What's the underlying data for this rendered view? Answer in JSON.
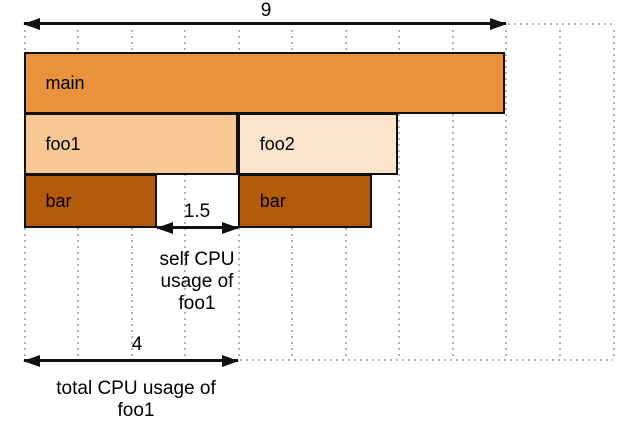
{
  "diagram": {
    "top_arrow": {
      "label": "9"
    },
    "frames": [
      {
        "label": "main",
        "row": 0,
        "start": 0,
        "units": 9,
        "color": "main"
      },
      {
        "label": "foo1",
        "row": 1,
        "start": 0,
        "units": 4,
        "color": "foo1"
      },
      {
        "label": "foo2",
        "row": 1,
        "start": 4,
        "units": 3,
        "color": "foo2"
      },
      {
        "label": "bar",
        "row": 2,
        "start": 0,
        "units": 2.5,
        "color": "bar"
      },
      {
        "label": "bar",
        "row": 2,
        "start": 4,
        "units": 2.5,
        "color": "bar"
      }
    ],
    "self_annotation": {
      "value_label": "1.5",
      "caption_lines": [
        "self CPU",
        "usage of",
        "foo1"
      ]
    },
    "total_annotation": {
      "value_label": "4",
      "caption_lines": [
        "total CPU usage of",
        "foo1"
      ]
    },
    "colors": {
      "main": "#e8923c",
      "foo1": "#f8c995",
      "foo2": "#fbe4cb",
      "bar": "#b35b0c",
      "grid_dots": "#b4b4b4",
      "arrow": "#111111",
      "text": "#000000"
    }
  }
}
